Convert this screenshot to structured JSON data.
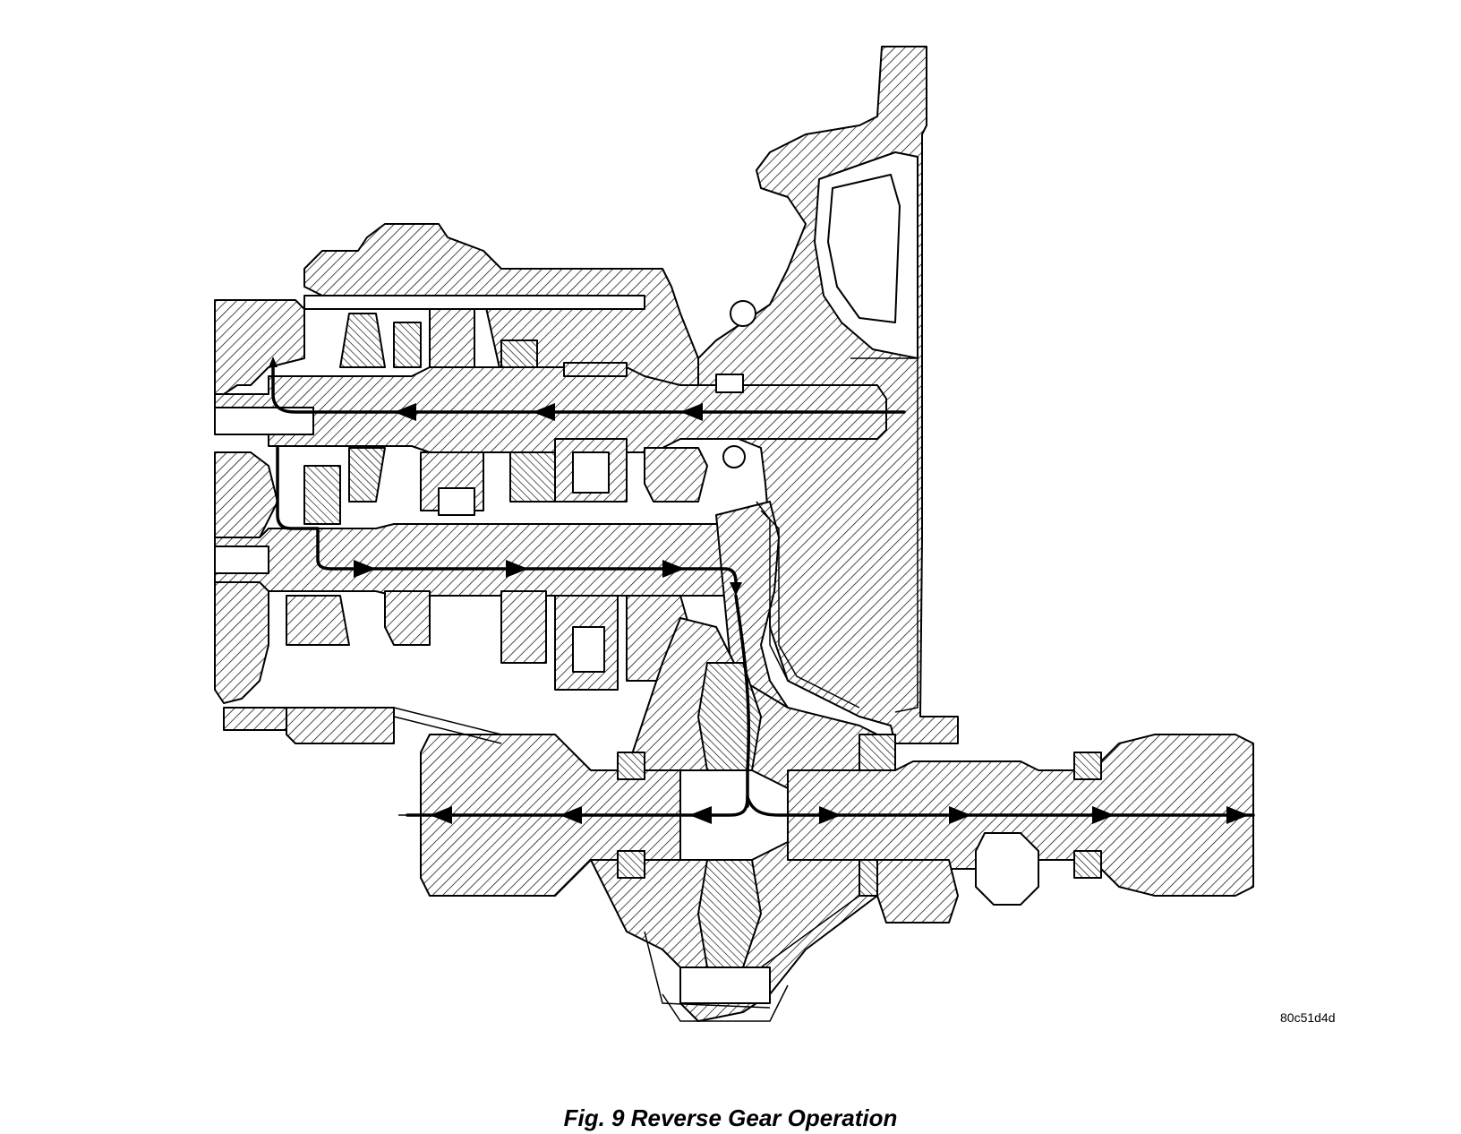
{
  "figure": {
    "caption": "Fig. 9 Reverse Gear Operation",
    "drawing_id": "80c51d4d"
  },
  "diagram": {
    "subject": "transaxle cross-section",
    "power_flow": [
      {
        "shaft": "input-shaft",
        "direction": "left"
      },
      {
        "shaft": "output-shaft",
        "direction": "right"
      },
      {
        "shaft": "axle-left",
        "direction": "left"
      },
      {
        "shaft": "axle-right",
        "direction": "right"
      }
    ]
  }
}
